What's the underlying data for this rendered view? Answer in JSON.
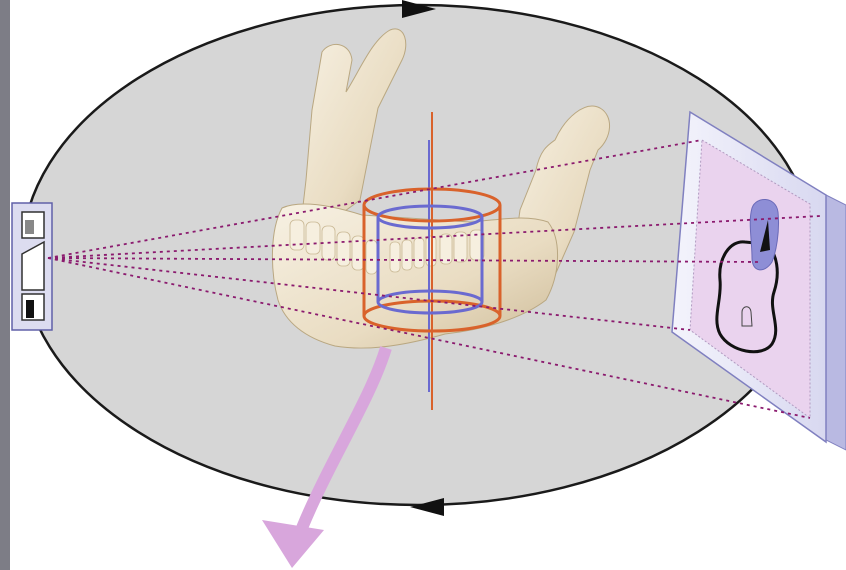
{
  "figure": {
    "description_label": "",
    "colors": {
      "orbit_fill": "#d6d6d6",
      "orbit_stroke": "#1a1a1a",
      "rays": "#8b1a6e",
      "axis_orange": "#d9622b",
      "axis_blue": "#6a6ad0",
      "detector_face": "#ead3ee",
      "detector_frame": "#e4e4f6",
      "detector_edge": "#8080c0",
      "motion_arrow": "#d8a6dc",
      "bone": "#ece3d0",
      "teeth": "#f6efdf",
      "tooth_projection": "#8e8ed6"
    },
    "components": [
      {
        "id": "source",
        "icon": "x-ray-source-icon"
      },
      {
        "id": "detector",
        "icon": "flat-panel-detector-icon"
      },
      {
        "id": "mandible",
        "icon": "jaw-bone-icon"
      },
      {
        "id": "field_of_view",
        "icon": "cylinder-volume-icon"
      },
      {
        "id": "rotation",
        "icon": "rotation-arrow-icon"
      },
      {
        "id": "patient_motion",
        "icon": "curved-arrow-icon"
      }
    ]
  }
}
